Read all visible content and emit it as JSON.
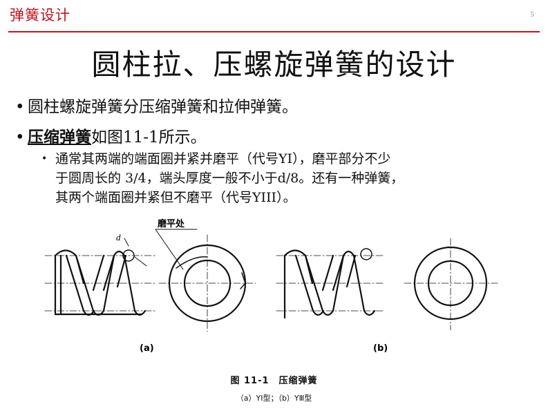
{
  "header": {
    "title": "弹簧设计",
    "page_number": "5"
  },
  "slide": {
    "title": "圆柱拉、压螺旋弹簧的设计",
    "bullet1": "圆柱螺旋弹簧分压缩弹簧和拉伸弹簧。",
    "bullet2_emphasis": "压缩弹簧",
    "bullet2_rest": "如图11-1所示。",
    "sub_lines": [
      "通常其两端的端面圈并紧并磨平（代号YI），磨平部分不少",
      "于圆周长的 3/4，端头厚度一般不小于d/8。还有一种弹簧，",
      "其两个端面圈并紧但不磨平（代号YIII）。"
    ]
  },
  "figure": {
    "label_d": "d",
    "label_grind": "磨平处",
    "label_a": "(a)",
    "label_b": "(b)",
    "caption": "图 11-1　压缩弹簧",
    "subcaption": "（a）YⅠ型；（b）YⅢ型"
  }
}
